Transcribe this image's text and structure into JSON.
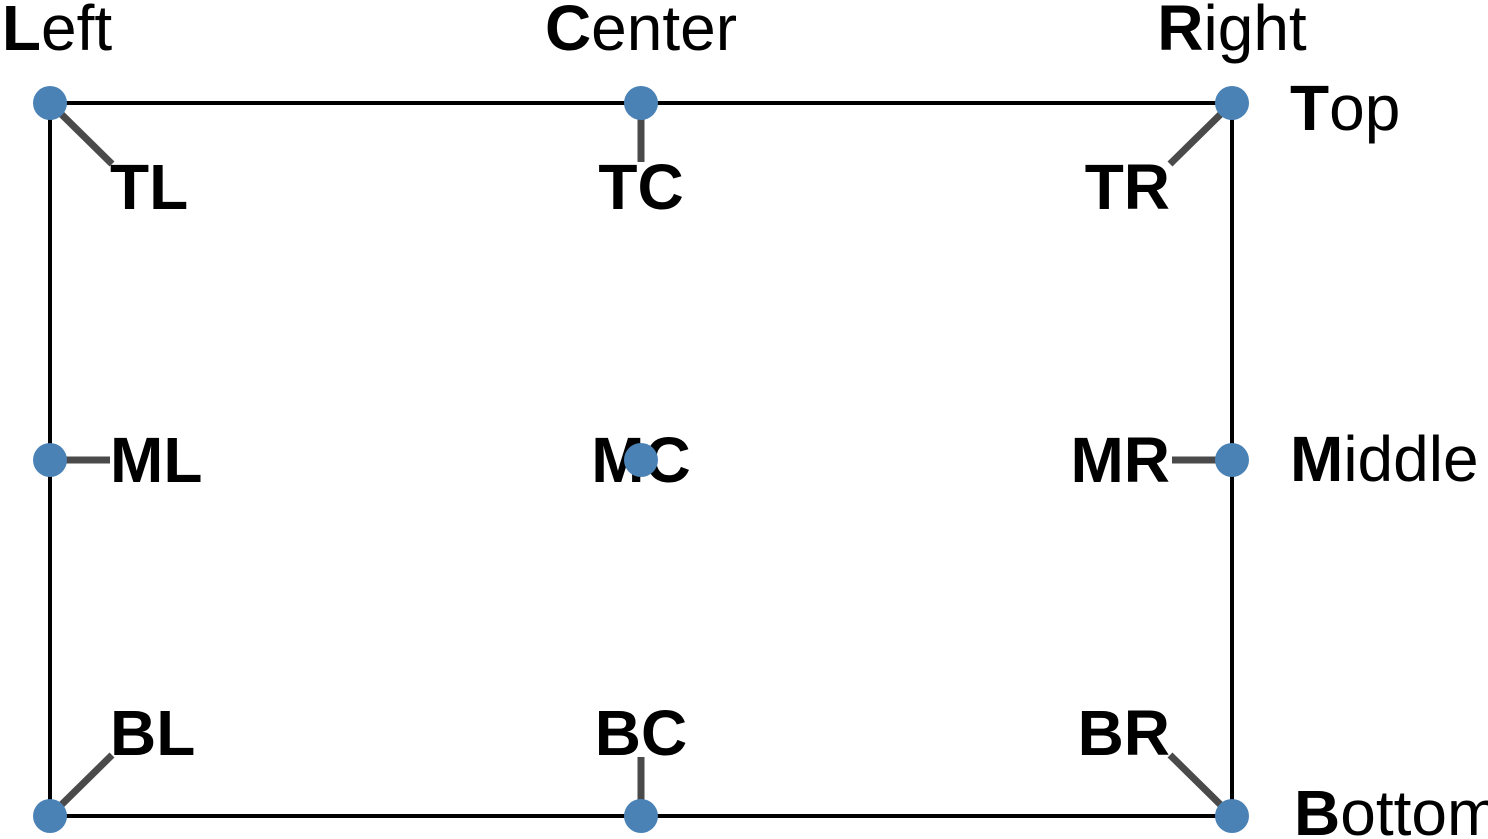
{
  "colors": {
    "dot": "#4a82b6",
    "connector": "#4a4a4a",
    "border": "#000000",
    "text": "#000000"
  },
  "columns": [
    {
      "initial": "L",
      "rest": "eft"
    },
    {
      "initial": "C",
      "rest": "enter"
    },
    {
      "initial": "R",
      "rest": "ight"
    }
  ],
  "rows": [
    {
      "initial": "T",
      "rest": "op"
    },
    {
      "initial": "M",
      "rest": "iddle"
    },
    {
      "initial": "B",
      "rest": "ottom"
    }
  ],
  "anchors": {
    "tl": "TL",
    "tc": "TC",
    "tr": "TR",
    "ml": "ML",
    "mc": "MC",
    "mr": "MR",
    "bl": "BL",
    "bc": "BC",
    "br": "BR"
  }
}
